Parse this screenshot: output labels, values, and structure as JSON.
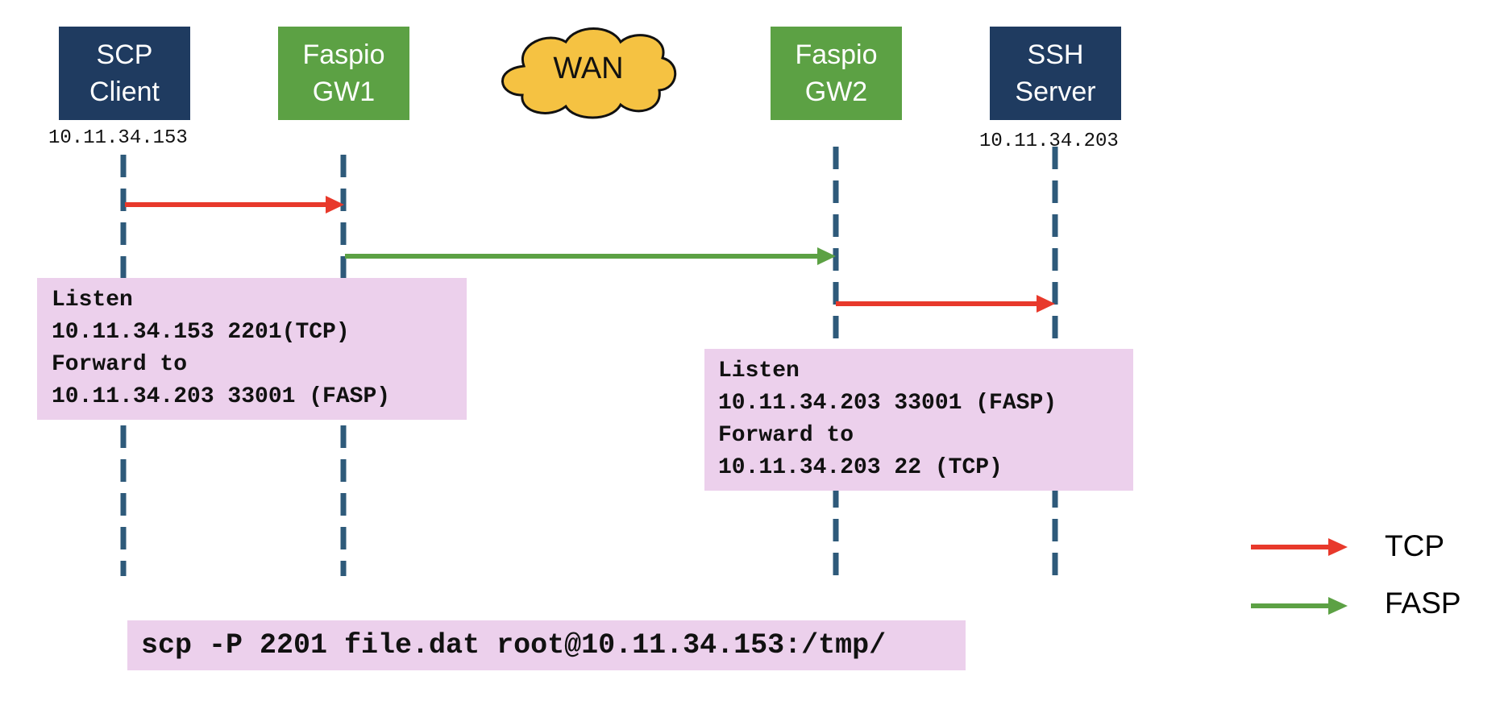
{
  "nodes": {
    "scp_client": {
      "label": "SCP\nClient",
      "ip": "10.11.34.153"
    },
    "faspio_gw1": {
      "label": "Faspio\nGW1"
    },
    "wan": {
      "label": "WAN"
    },
    "faspio_gw2": {
      "label": "Faspio\nGW2"
    },
    "ssh_server": {
      "label": "SSH\nServer",
      "ip": "10.11.34.203"
    }
  },
  "gw1_config": {
    "line1": "Listen",
    "line2": "10.11.34.153 2201(TCP)",
    "line3": "Forward to",
    "line4": "10.11.34.203 33001 (FASP)"
  },
  "gw2_config": {
    "line1": "Listen",
    "line2": "10.11.34.203 33001 (FASP)",
    "line3": "Forward to",
    "line4": "10.11.34.203 22 (TCP)"
  },
  "command": "scp -P 2201 file.dat root@10.11.34.153:/tmp/",
  "legend": {
    "tcp": {
      "label": "TCP",
      "color": "#e8392b"
    },
    "fasp": {
      "label": "FASP",
      "color": "#5ca144"
    }
  },
  "colors": {
    "endpoint": "#1f3b60",
    "gateway": "#5ca144",
    "lifeline": "#2e5a7a",
    "config_box": "#ecd0ec",
    "wan_cloud": "#f5c242"
  }
}
